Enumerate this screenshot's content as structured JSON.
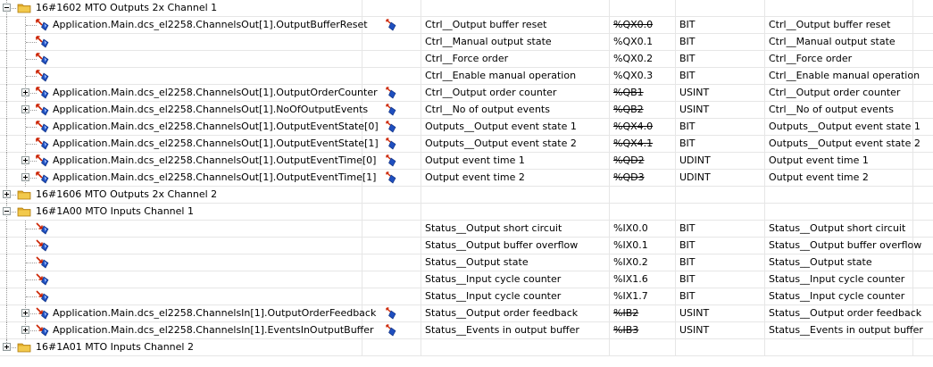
{
  "rows": [
    {
      "kind": "group",
      "label": "16#1602 MTO Outputs 2x Channel 1",
      "expanded": true
    },
    {
      "kind": "item",
      "variable": "Application.Main.dcs_el2258.ChannelsOut[1].OutputBufferReset",
      "expander": false,
      "icon": "output-variable-icon",
      "mapped": true,
      "channel": "Ctrl__Output buffer reset",
      "address": "%QX0.0",
      "address_struck": true,
      "type": "BIT",
      "description": "Ctrl__Output buffer reset"
    },
    {
      "kind": "item",
      "variable": "",
      "expander": false,
      "icon": "output-variable-icon",
      "mapped": false,
      "channel": "Ctrl__Manual output state",
      "address": "%QX0.1",
      "address_struck": false,
      "type": "BIT",
      "description": "Ctrl__Manual output state"
    },
    {
      "kind": "item",
      "variable": "",
      "expander": false,
      "icon": "output-variable-icon",
      "mapped": false,
      "channel": "Ctrl__Force order",
      "address": "%QX0.2",
      "address_struck": false,
      "type": "BIT",
      "description": "Ctrl__Force order"
    },
    {
      "kind": "item",
      "variable": "",
      "expander": false,
      "icon": "output-variable-icon",
      "mapped": false,
      "channel": "Ctrl__Enable manual operation",
      "address": "%QX0.3",
      "address_struck": false,
      "type": "BIT",
      "description": "Ctrl__Enable manual operation"
    },
    {
      "kind": "item",
      "variable": "Application.Main.dcs_el2258.ChannelsOut[1].OutputOrderCounter",
      "expander": true,
      "icon": "output-variable-icon",
      "mapped": true,
      "channel": "Ctrl__Output order counter",
      "address": "%QB1",
      "address_struck": true,
      "type": "USINT",
      "description": "Ctrl__Output order counter"
    },
    {
      "kind": "item",
      "variable": "Application.Main.dcs_el2258.ChannelsOut[1].NoOfOutputEvents",
      "expander": true,
      "icon": "output-variable-icon",
      "mapped": true,
      "channel": "Ctrl__No of output events",
      "address": "%QB2",
      "address_struck": true,
      "type": "USINT",
      "description": "Ctrl__No of output events"
    },
    {
      "kind": "item",
      "variable": "Application.Main.dcs_el2258.ChannelsOut[1].OutputEventState[0]",
      "expander": false,
      "icon": "output-variable-icon",
      "mapped": true,
      "channel": "Outputs__Output event state 1",
      "address": "%QX4.0",
      "address_struck": true,
      "type": "BIT",
      "description": "Outputs__Output event state 1"
    },
    {
      "kind": "item",
      "variable": "Application.Main.dcs_el2258.ChannelsOut[1].OutputEventState[1]",
      "expander": false,
      "icon": "output-variable-icon",
      "mapped": true,
      "channel": "Outputs__Output event state 2",
      "address": "%QX4.1",
      "address_struck": true,
      "type": "BIT",
      "description": "Outputs__Output event state 2"
    },
    {
      "kind": "item",
      "variable": "Application.Main.dcs_el2258.ChannelsOut[1].OutputEventTime[0]",
      "expander": true,
      "icon": "output-variable-icon",
      "mapped": true,
      "channel": "Output event time 1",
      "address": "%QD2",
      "address_struck": true,
      "type": "UDINT",
      "description": "Output event time 1"
    },
    {
      "kind": "item",
      "variable": "Application.Main.dcs_el2258.ChannelsOut[1].OutputEventTime[1]",
      "expander": true,
      "icon": "output-variable-icon",
      "mapped": true,
      "channel": "Output event time 2",
      "address": "%QD3",
      "address_struck": true,
      "type": "UDINT",
      "description": "Output event time 2"
    },
    {
      "kind": "group",
      "label": "16#1606 MTO Outputs 2x Channel 2",
      "expanded": false
    },
    {
      "kind": "group",
      "label": "16#1A00 MTO Inputs Channel 1",
      "expanded": true
    },
    {
      "kind": "item",
      "variable": "",
      "expander": false,
      "icon": "input-variable-icon",
      "mapped": false,
      "channel": "Status__Output short circuit",
      "address": "%IX0.0",
      "address_struck": false,
      "type": "BIT",
      "description": "Status__Output short circuit"
    },
    {
      "kind": "item",
      "variable": "",
      "expander": false,
      "icon": "input-variable-icon",
      "mapped": false,
      "channel": "Status__Output buffer overflow",
      "address": "%IX0.1",
      "address_struck": false,
      "type": "BIT",
      "description": "Status__Output buffer overflow"
    },
    {
      "kind": "item",
      "variable": "",
      "expander": false,
      "icon": "input-variable-icon",
      "mapped": false,
      "channel": "Status__Output state",
      "address": "%IX0.2",
      "address_struck": false,
      "type": "BIT",
      "description": "Status__Output state"
    },
    {
      "kind": "item",
      "variable": "",
      "expander": false,
      "icon": "input-variable-icon",
      "mapped": false,
      "channel": "Status__Input cycle counter",
      "address": "%IX1.6",
      "address_struck": false,
      "type": "BIT",
      "description": "Status__Input cycle counter"
    },
    {
      "kind": "item",
      "variable": "",
      "expander": false,
      "icon": "input-variable-icon",
      "mapped": false,
      "channel": "Status__Input cycle counter",
      "address": "%IX1.7",
      "address_struck": false,
      "type": "BIT",
      "description": "Status__Input cycle counter"
    },
    {
      "kind": "item",
      "variable": "Application.Main.dcs_el2258.ChannelsIn[1].OutputOrderFeedback",
      "expander": true,
      "icon": "input-variable-icon",
      "mapped": true,
      "channel": "Status__Output order feedback",
      "address": "%IB2",
      "address_struck": true,
      "type": "USINT",
      "description": "Status__Output order feedback"
    },
    {
      "kind": "item",
      "variable": "Application.Main.dcs_el2258.ChannelsIn[1].EventsInOutputBuffer",
      "expander": true,
      "icon": "input-variable-icon",
      "mapped": true,
      "channel": "Status__Events in output buffer",
      "address": "%IB3",
      "address_struck": true,
      "type": "USINT",
      "description": "Status__Events in output buffer"
    },
    {
      "kind": "group",
      "label": "16#1A01 MTO Inputs Channel 2",
      "expanded": false,
      "last": true
    }
  ],
  "colors": {
    "grid_line": "#e6e6e6",
    "tree_line": "#9a9a9a",
    "folder_body": "#f2c94c",
    "folder_tab": "#e0aa2a",
    "arrow_red": "#cc2200",
    "arrow_blue": "#1f4fbf"
  }
}
